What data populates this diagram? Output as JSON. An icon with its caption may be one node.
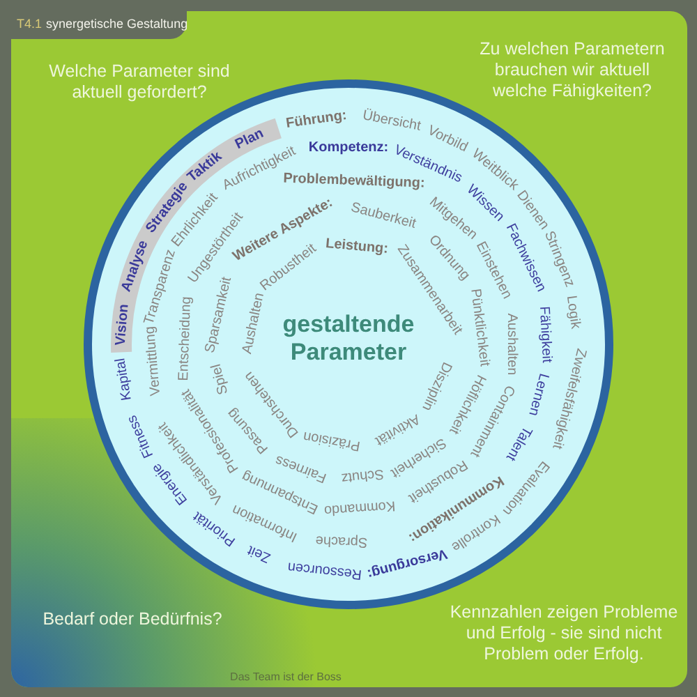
{
  "diagram": {
    "title": "synergetische Gestaltung",
    "nodes": [
      {
        "text": [
          "gestaltende Parameter"
        ]
      }
    ],
    "labels": [
      "T4.1",
      "Welche Parameter sind aktuell gefordert?",
      "Zu welchen Parametern brauchen wir aktuell welche Fähigkeiten?",
      "Führung:",
      "Übersicht",
      "Vorbild",
      "Weitblick",
      "Dienen",
      "Stringenz",
      "Logik",
      "Zweifelsfähigkeit",
      "Evaluation",
      "Kontrolle",
      "Versorgung:",
      "Ressourcen",
      "Zeit",
      "Priorität",
      "Energie",
      "Fitness",
      "Kapital",
      "Vision",
      "Analyse",
      "Strategie",
      "Taktik",
      "Plan",
      "Kompetenz:",
      "Verständnis",
      "Wissen",
      "Fachwissen",
      "Fähigkeit",
      "Lernen",
      "Talent",
      "Kommunikation:",
      "Sprache",
      "Information",
      "Verständlichkeit",
      "Vermittlung",
      "Transparenz",
      "Ehrlichkeit",
      "Aufrichtigkeit",
      "Problembewältigung:",
      "Mitgehen",
      "Einstehen",
      "Aushalten",
      "Containment",
      "Robustheit",
      "Kommando",
      "Entspannung",
      "Professionalität",
      "Entscheidung",
      "Ungestörtheit",
      "Weitere Aspekte:",
      "Sauberkeit",
      "Ordnung",
      "Pünktlichkeit",
      "Höflichkeit",
      "Sicherheit",
      "Schutz",
      "Fairness",
      "Passung",
      "Spiel",
      "Sparsamkeit",
      "Leistung:",
      "Zusammenarbeit",
      "Disziplin",
      "Aktivität",
      "Präzision",
      "Durchstehen",
      "Aushalten",
      "Robustheit",
      "Bedarf oder Bedürfnis?",
      "Kennzahlen zeigen Probleme und Erfolg - sie sind nicht Problem oder Erfolg.",
      "Das Team ist der Boss"
    ]
  }
}
